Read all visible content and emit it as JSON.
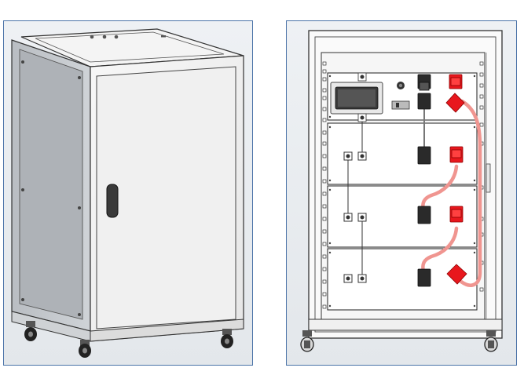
{
  "figures": [
    {
      "id": "closed-cabinet",
      "view": "closed"
    },
    {
      "id": "open-cabinet",
      "view": "open",
      "battery_modules": 4
    }
  ],
  "colors": {
    "panel_border": "#4b73a8",
    "panel_background": "#e7eaee",
    "cabinet_body": "#f2f2f2",
    "cabinet_side": "#bfc3c7",
    "terminal_black": "#2a2a2a",
    "terminal_red": "#e8171d",
    "cable_red": "#f09590"
  },
  "icons": [
    "door-handle-icon",
    "display-screen-icon",
    "caster-wheel-icon",
    "power-button-icon"
  ]
}
